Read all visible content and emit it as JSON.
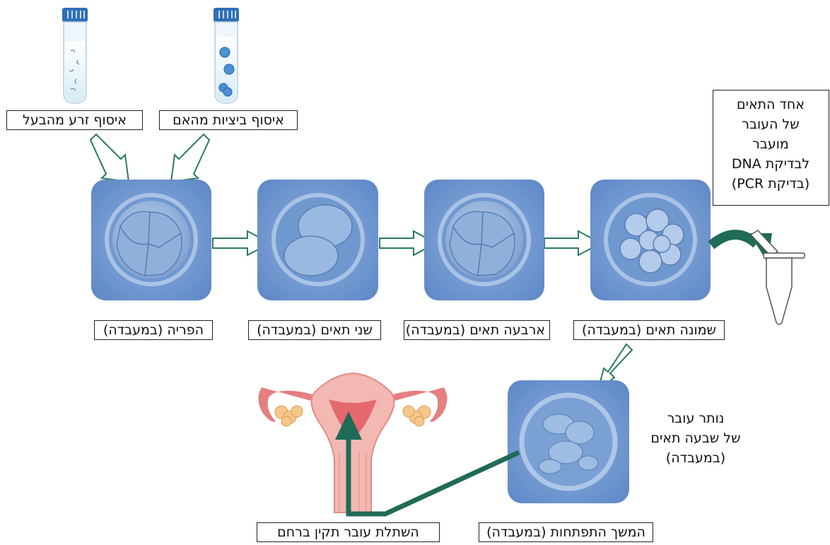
{
  "labels": {
    "sperm_collection": "איסוף זרע מהבעל",
    "egg_collection": "איסוף ביציות מהאם",
    "fertilization": "הפריה (במעבדה)",
    "two_cells": "שני תאים (במעבדה)",
    "four_cells": "ארבעה תאים (במעבדה)",
    "eight_cells": "שמונה תאים (במעבדה)",
    "continued_development": "המשך התפתחות (במעבדה)",
    "implantation": "השתלת עובר תקין ברחם"
  },
  "notes": {
    "dna_test": [
      "אחד התאים",
      "של העובר",
      "מועבר",
      "לבדיקת DNA",
      "(בדיקת PCR)"
    ],
    "remaining_embryo": [
      "נותר עובר",
      "של שבעה תאים",
      "(במעבדה)"
    ]
  },
  "colors": {
    "arrow_dark_green": "#1f6b57",
    "arrow_outline": "#2a7a5f",
    "embryo_bg": "#6b95cf",
    "uterus_pink": "#e88b8b"
  },
  "icons": [
    "sperm-test-tube-icon",
    "egg-test-tube-icon",
    "pcr-tube-icon",
    "uterus-icon"
  ]
}
